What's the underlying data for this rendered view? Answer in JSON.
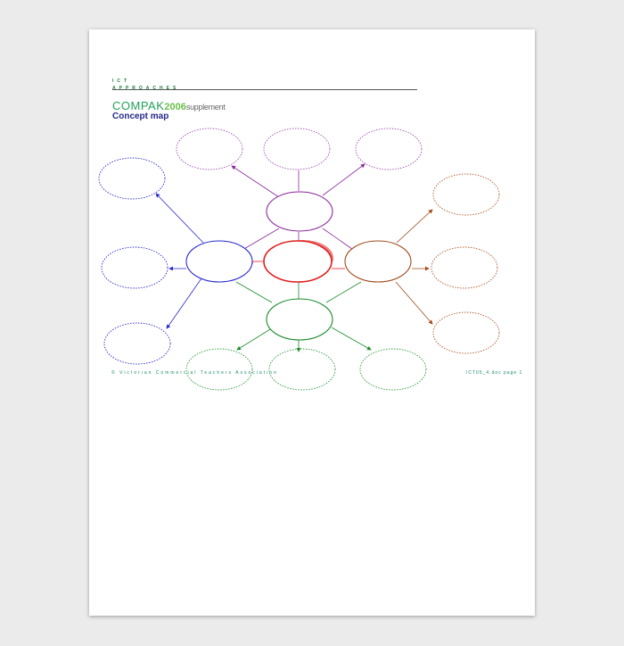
{
  "header": {
    "ict": "ICT",
    "approaches": "APPROACHES",
    "brand_name": "COMPAK",
    "brand_year": "2006",
    "brand_sub": "supplement",
    "title": "Concept map"
  },
  "footer": {
    "left": "© Victorian Commercial Teachers Association",
    "right": "ICT05_4.doc page 1"
  },
  "colors": {
    "center": "#e02020",
    "top": "#8a2a9a",
    "left": "#2a2ad0",
    "right": "#a04a1a",
    "bottom": "#1a8a2a"
  }
}
